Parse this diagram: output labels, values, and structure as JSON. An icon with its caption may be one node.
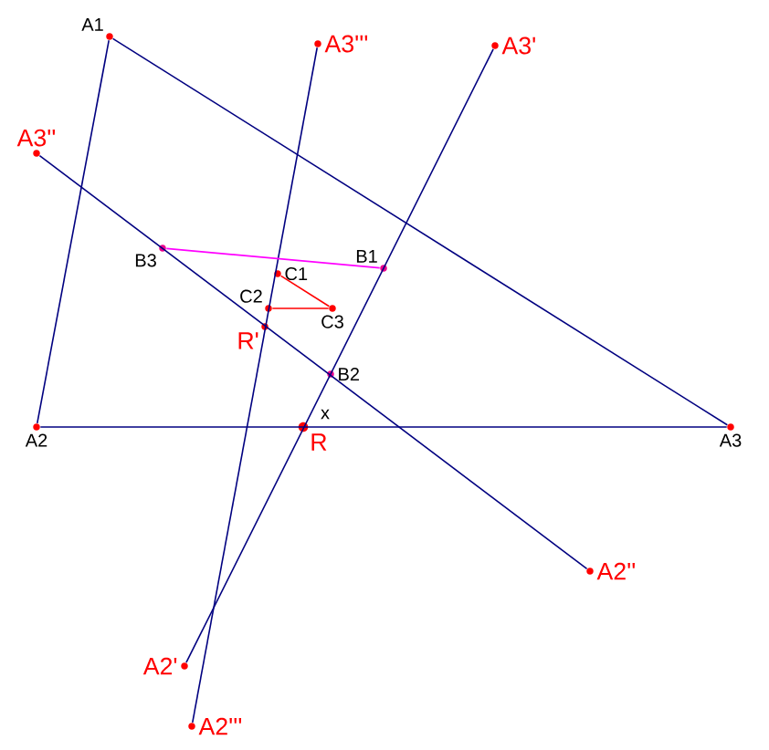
{
  "diagram": {
    "nodes": [
      {
        "text": [
          "A1"
        ]
      },
      {
        "text": [
          "A3'''"
        ]
      },
      {
        "text": [
          "A3'"
        ]
      },
      {
        "text": [
          "A3''"
        ]
      },
      {
        "text": [
          "B1"
        ]
      },
      {
        "text": [
          "B3"
        ]
      },
      {
        "text": [
          "C1"
        ]
      },
      {
        "text": [
          "C2"
        ]
      },
      {
        "text": [
          "C3"
        ]
      },
      {
        "text": [
          "R'"
        ]
      },
      {
        "text": [
          "B2"
        ]
      },
      {
        "text": [
          "A2"
        ]
      },
      {
        "text": [
          "R"
        ]
      },
      {
        "text": [
          "A3"
        ]
      },
      {
        "text": [
          "A2''"
        ]
      },
      {
        "text": [
          "A2'"
        ]
      },
      {
        "text": [
          "A2'''"
        ]
      }
    ],
    "edges": [
      {
        "from": 0,
        "to": 11,
        "arrow": "none"
      },
      {
        "from": 0,
        "to": 13,
        "arrow": "none"
      },
      {
        "from": 11,
        "to": 13,
        "arrow": "none"
      },
      {
        "from": 1,
        "to": 16,
        "arrow": "none"
      },
      {
        "from": 2,
        "to": 15,
        "arrow": "none"
      },
      {
        "from": 3,
        "to": 14,
        "arrow": "none"
      },
      {
        "from": 5,
        "to": 4,
        "arrow": "none",
        "color": "#ff00ff"
      },
      {
        "from": 6,
        "to": 8,
        "arrow": "none",
        "color": "#ff0000"
      },
      {
        "from": 7,
        "to": 8,
        "arrow": "none",
        "color": "#ff0000"
      }
    ],
    "labels": [
      "x"
    ]
  }
}
